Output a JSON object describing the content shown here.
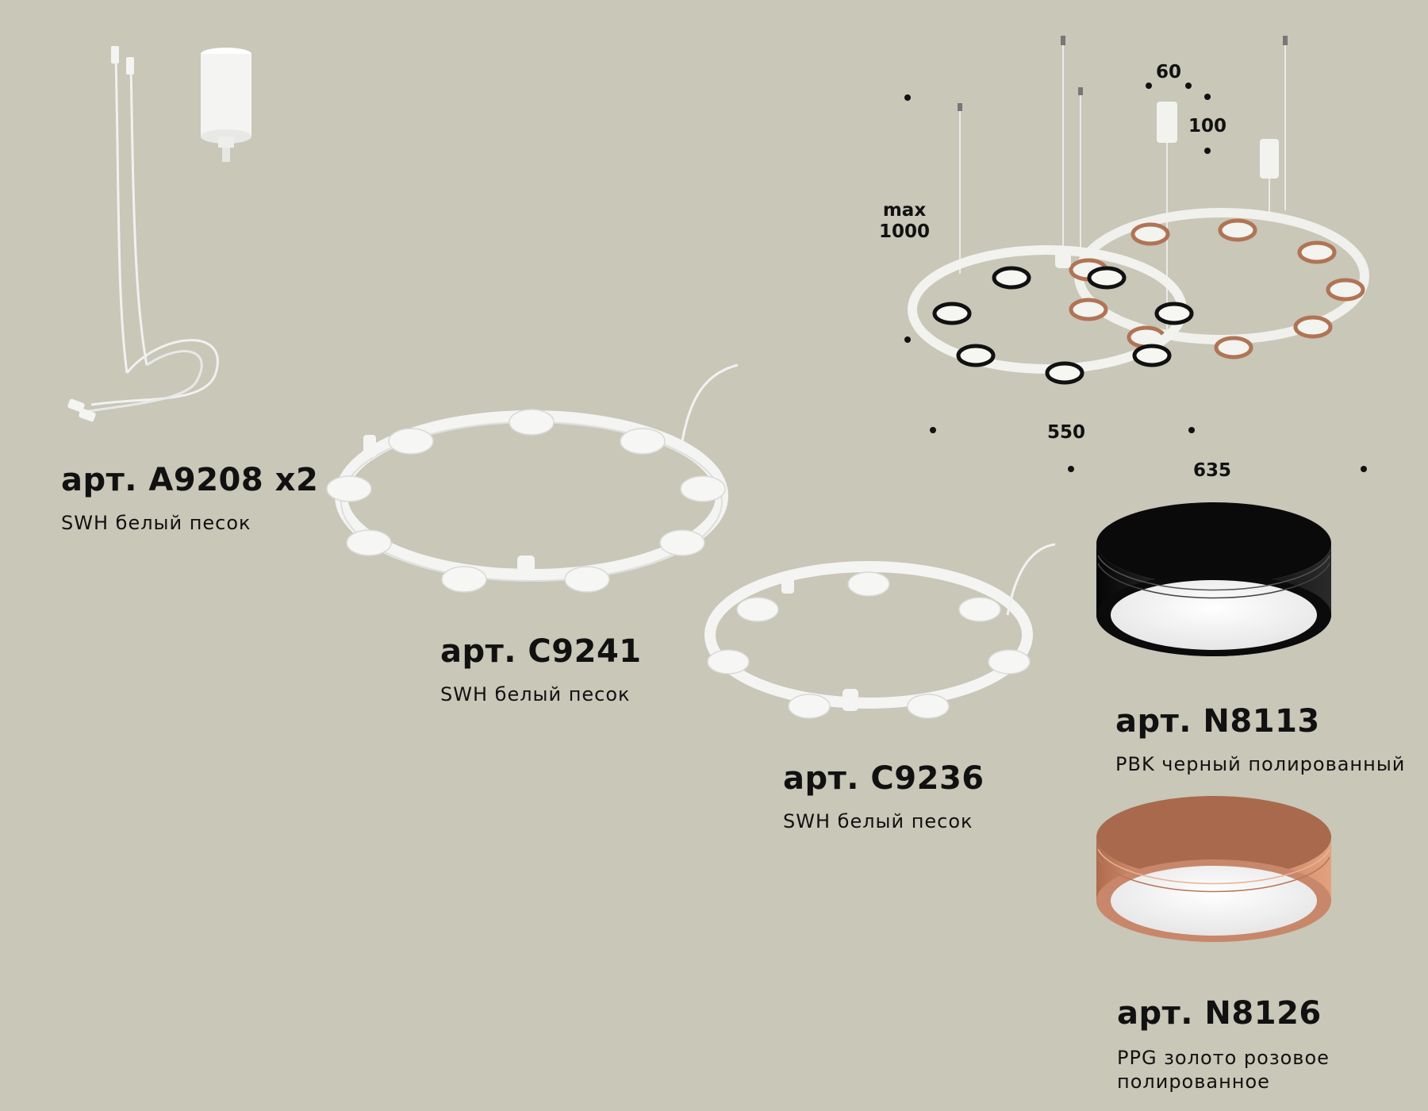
{
  "products": [
    {
      "id": "a9208",
      "title": "арт. A9208 x2",
      "desc": [
        "SWH белый песок"
      ]
    },
    {
      "id": "c9241",
      "title": "арт. C9241",
      "desc": [
        "SWH белый песок"
      ]
    },
    {
      "id": "c9236",
      "title": "арт. C9236",
      "desc": [
        "SWH белый песок"
      ]
    },
    {
      "id": "n8113",
      "title": "арт. N8113",
      "desc": [
        "PBK черный полированный"
      ]
    },
    {
      "id": "n8126",
      "title": "арт. N8126",
      "desc": [
        "PPG золото розовое",
        "полированное"
      ]
    }
  ],
  "dimensions": {
    "width_top": "60",
    "height_top": "100",
    "max_label": "max",
    "max_value": "1000",
    "width_small": "550",
    "width_large": "635"
  },
  "colors": {
    "background": "#c8c7b8",
    "white_finish": "#f4f4f1",
    "black_finish": "#111111",
    "rose_gold_finish": "#c9876a"
  }
}
